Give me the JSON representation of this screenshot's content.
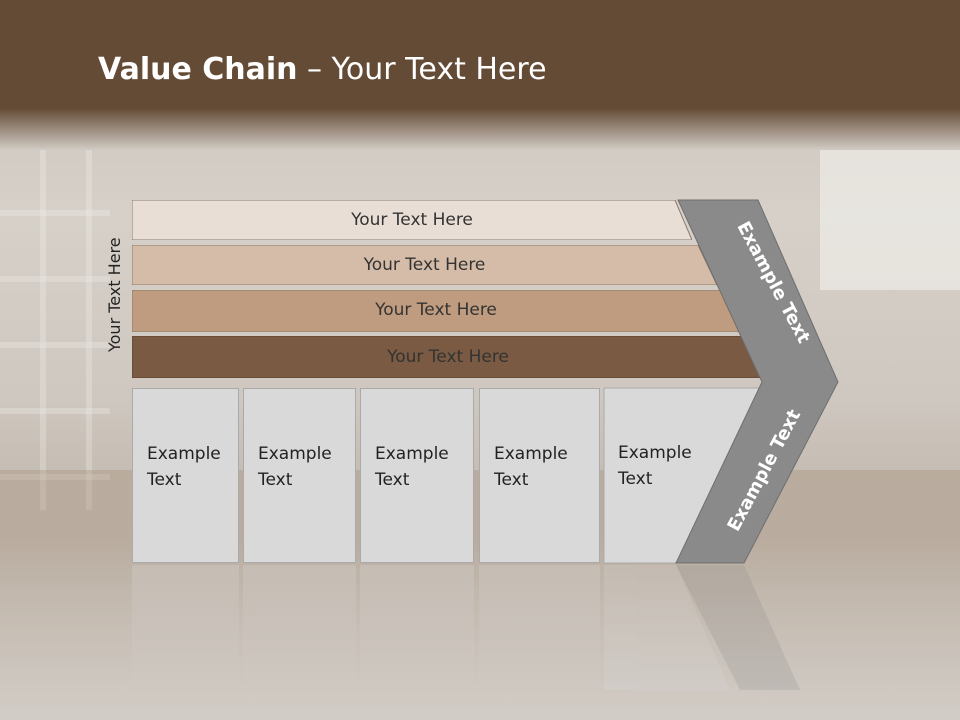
{
  "title": {
    "bold": "Value Chain",
    "rest": " – Your Text Here"
  },
  "side_label": "Your Text Here",
  "bands": [
    {
      "label": "Your Text Here",
      "color": "#e8ded6"
    },
    {
      "label": "Your Text Here",
      "color": "#d4bca8"
    },
    {
      "label": "Your Text Here",
      "color": "#bf9c7f"
    },
    {
      "label": "Your Text Here",
      "color": "#7a5a42"
    }
  ],
  "boxes": [
    {
      "line1": "Example",
      "line2": "Text"
    },
    {
      "line1": "Example",
      "line2": "Text"
    },
    {
      "line1": "Example",
      "line2": "Text"
    },
    {
      "line1": "Example",
      "line2": "Text"
    },
    {
      "line1": "Example",
      "line2": "Text"
    }
  ],
  "arrow": {
    "upper": "Example Text",
    "lower": "Example Text",
    "color": "#8a8a8a"
  }
}
